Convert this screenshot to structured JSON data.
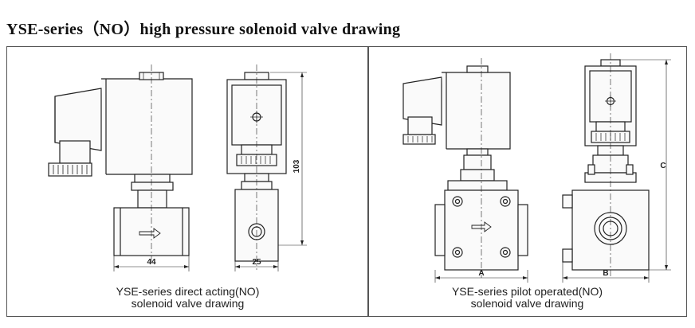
{
  "title": "YSE-series（NO）high pressure solenoid valve drawing",
  "left_panel": {
    "caption_line1": "YSE-series direct acting(NO)",
    "caption_line2": "solenoid valve drawing",
    "dim_width_front": "44",
    "dim_width_side": "25",
    "dim_height": "103"
  },
  "right_panel": {
    "caption_line1": "YSE-series pilot operated(NO)",
    "caption_line2": "solenoid valve drawing",
    "dim_a": "A",
    "dim_b": "B",
    "dim_c": "C"
  }
}
